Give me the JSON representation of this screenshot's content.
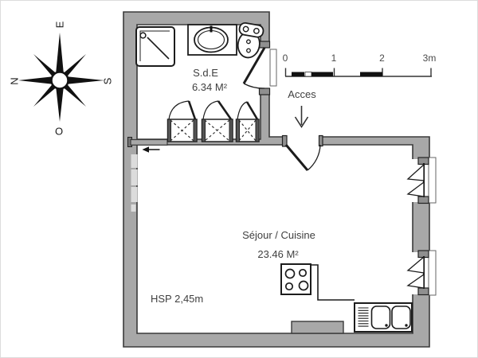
{
  "title": "Apartment floor plan",
  "compass": {
    "east": "E",
    "west": "O",
    "north": "N",
    "south": "S"
  },
  "scale_bar": {
    "ticks": [
      "0",
      "1",
      "2",
      "3m"
    ]
  },
  "rooms": {
    "bathroom": {
      "name": "S.d.E",
      "area": "6.34 M²"
    },
    "living_kitchen": {
      "name": "Séjour / Cuisine",
      "area": "23.46 M²",
      "ceiling_height": "HSP 2,45m"
    }
  },
  "entry": {
    "label": "Acces"
  },
  "fixtures": [
    "shower",
    "washbasin",
    "toilet",
    "closets",
    "stove",
    "double-sink",
    "radiator",
    "french-windows"
  ],
  "colors": {
    "wall_fill": "#a8a8a8",
    "wall_outline": "#3a3a3a",
    "fixture_line": "#1c1c1c",
    "jamb_fill": "#8f8f8f",
    "light_patch": "#dcdcdc",
    "text": "#3f3f3f",
    "background": "#ffffff"
  }
}
